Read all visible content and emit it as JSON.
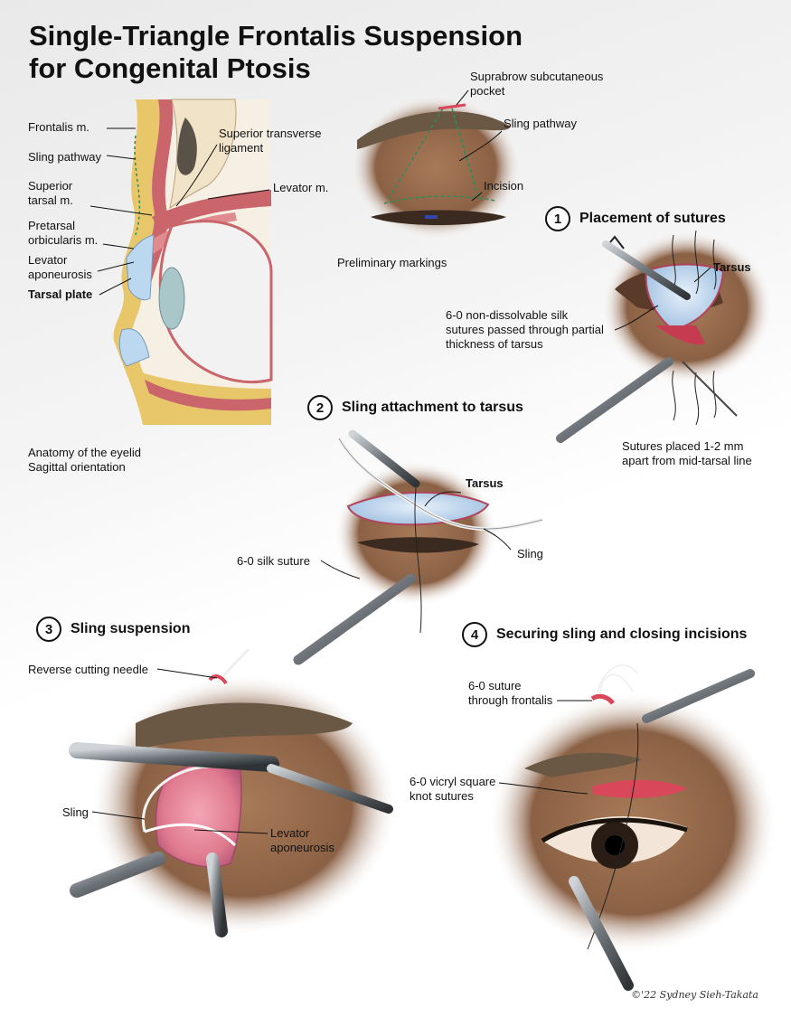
{
  "title": {
    "line1": "Single-Triangle Frontalis Suspension",
    "line2": "for Congenital Ptosis"
  },
  "anatomy": {
    "labels": {
      "frontalis": "Frontalis m.",
      "sling_pathway": "Sling pathway",
      "superior_tarsal_1": "Superior",
      "superior_tarsal_2": "tarsal m.",
      "pretarsal_1": "Pretarsal",
      "pretarsal_2": "orbicularis m.",
      "levator_apo_1": "Levator",
      "levator_apo_2": "aponeurosis",
      "tarsal_plate": "Tarsal plate",
      "sup_transverse_1": "Superior transverse",
      "sup_transverse_2": "ligament",
      "levator_m": "Levator m."
    },
    "caption_1": "Anatomy of the eyelid",
    "caption_2": "Sagittal orientation"
  },
  "markings": {
    "suprabrow_1": "Suprabrow subcutaneous",
    "suprabrow_2": "pocket",
    "sling_pathway": "Sling pathway",
    "incision": "Incision",
    "caption": "Preliminary markings"
  },
  "step1": {
    "num": "1",
    "title": "Placement of sutures",
    "tarsus": "Tarsus",
    "note_1": "6-0 non-dissolvable silk",
    "note_2": "sutures passed through partial",
    "note_3": "thickness of tarsus",
    "note2_1": "Sutures placed 1-2 mm",
    "note2_2": "apart from mid-tarsal line"
  },
  "step2": {
    "num": "2",
    "title": "Sling attachment to tarsus",
    "tarsus": "Tarsus",
    "silk": "6-0 silk suture",
    "sling": "Sling"
  },
  "step3": {
    "num": "3",
    "title": "Sling suspension",
    "needle": "Reverse cutting needle",
    "sling": "Sling",
    "levator_1": "Levator",
    "levator_2": "aponeurosis"
  },
  "step4": {
    "num": "4",
    "title": "Securing sling and closing incisions",
    "frontalis_1": "6-0 suture",
    "frontalis_2": "through frontalis",
    "vicryl_1": "6-0 vicryl square",
    "vicryl_2": "knot sutures"
  },
  "signature": "©'22 Sydney Sieh-Takata",
  "colors": {
    "skin": "#a0714f",
    "skin_dark": "#6b4a33",
    "brow": "#6a5744",
    "fat": "#e8c76a",
    "muscle": "#c9656b",
    "tarsus": "#bcd7f0",
    "wound": "#d9475a",
    "steel": "#6d7378"
  }
}
